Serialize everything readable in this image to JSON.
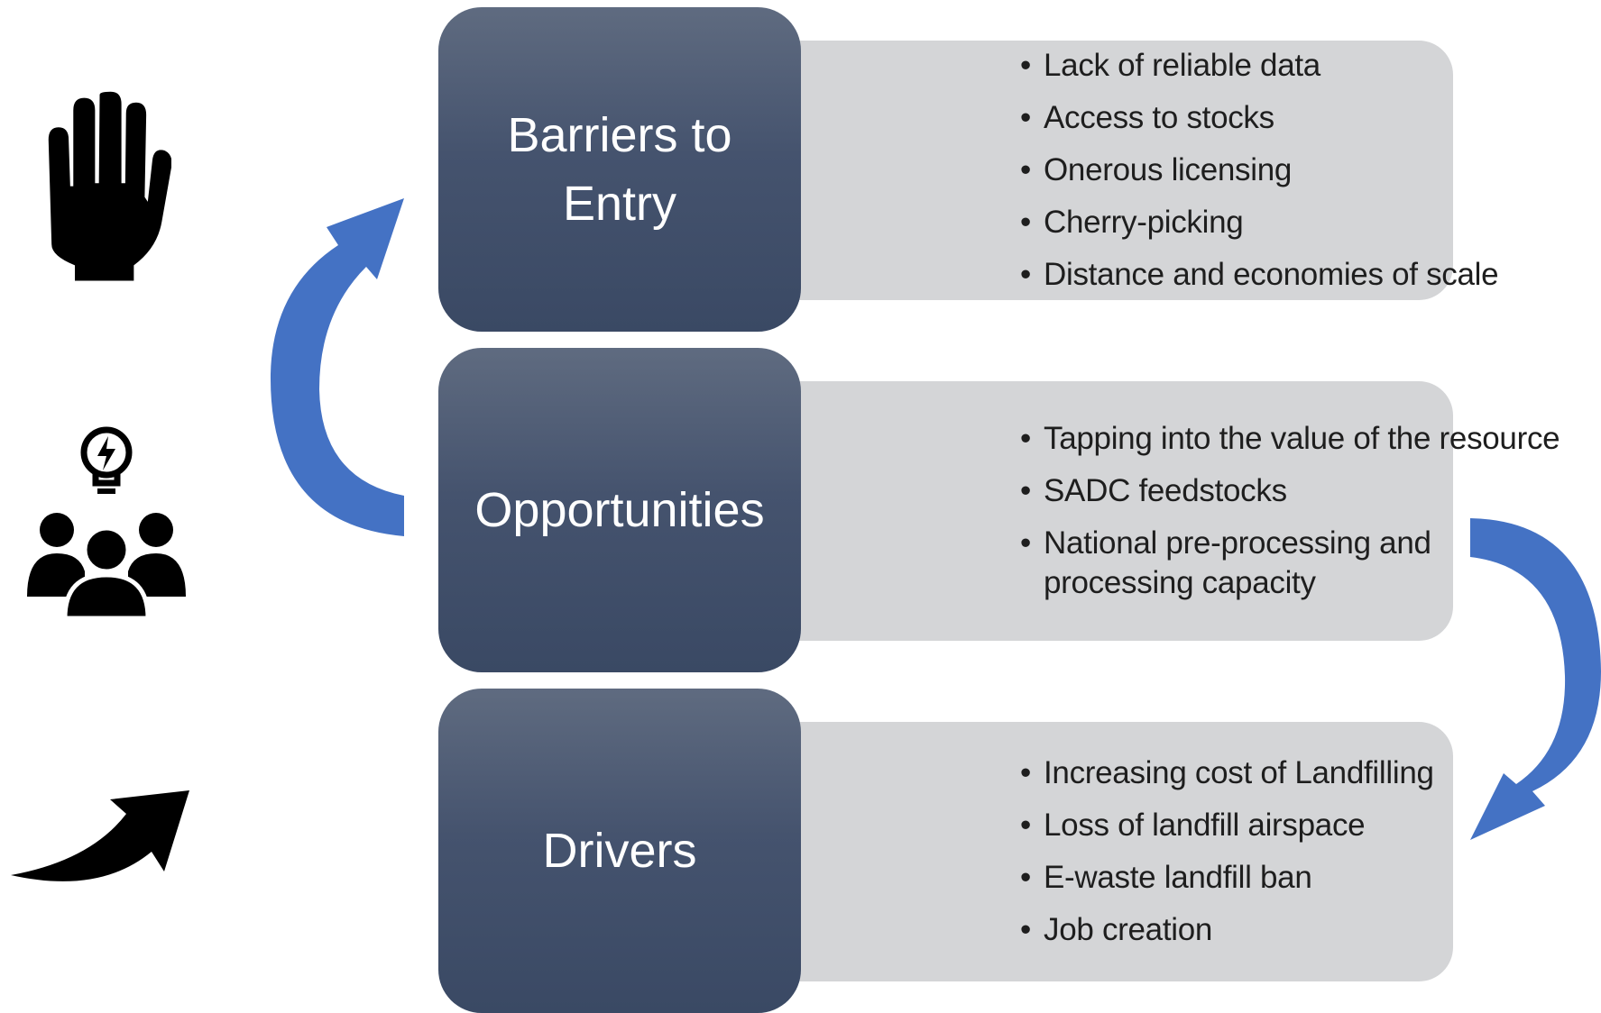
{
  "colors": {
    "category_box_top": "#5f6b80",
    "category_box_bottom": "#3a4964",
    "panel_background": "#d4d5d7",
    "flow_arrow": "#4472c4",
    "icon": "#000000"
  },
  "icons": {
    "barriers": "raised-hand-icon",
    "opportunities": "team-lightbulb-icon",
    "drivers": "curved-up-arrow-icon"
  },
  "rows": [
    {
      "label": "Barriers to Entry",
      "items": [
        "Lack of reliable data",
        "Access to stocks",
        "Onerous licensing",
        "Cherry-picking",
        "Distance and economies of scale"
      ]
    },
    {
      "label": "Opportunities",
      "items": [
        "Tapping into the value of the resource",
        "SADC feedstocks",
        "National pre-processing and processing capacity"
      ]
    },
    {
      "label": "Drivers",
      "items": [
        "Increasing cost of Landfilling",
        "Loss of landfill airspace",
        "E-waste landfill ban",
        "Job creation"
      ]
    }
  ]
}
